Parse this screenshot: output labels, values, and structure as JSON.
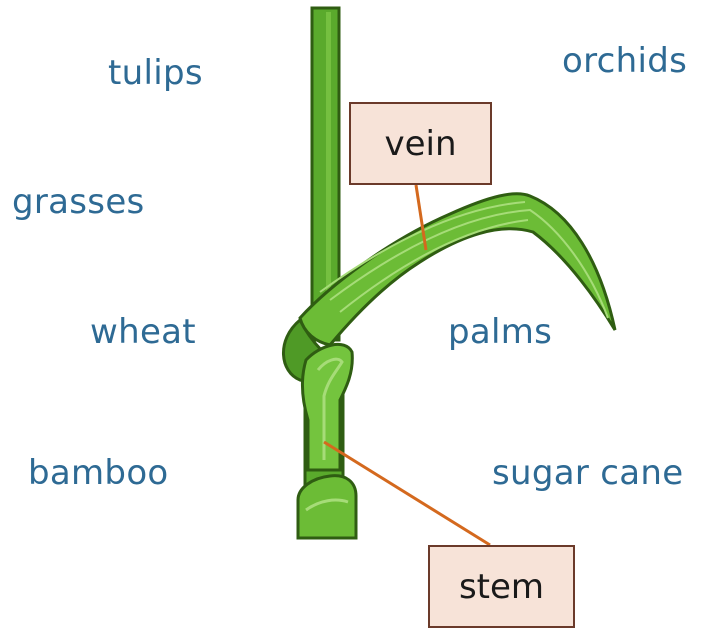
{
  "words": {
    "tulips": "tulips",
    "orchids": "orchids",
    "grasses": "grasses",
    "wheat": "wheat",
    "palms": "palms",
    "bamboo": "bamboo",
    "sugar_cane": "sugar cane"
  },
  "labels": {
    "vein": "vein",
    "stem": "stem"
  },
  "colors": {
    "word_text": "#2e6a94",
    "label_fill": "#f7e3d8",
    "label_border": "#6b3a2a",
    "leader_line": "#d4691e",
    "plant_green": "#5aaa2c",
    "plant_dark": "#2f5d12"
  }
}
